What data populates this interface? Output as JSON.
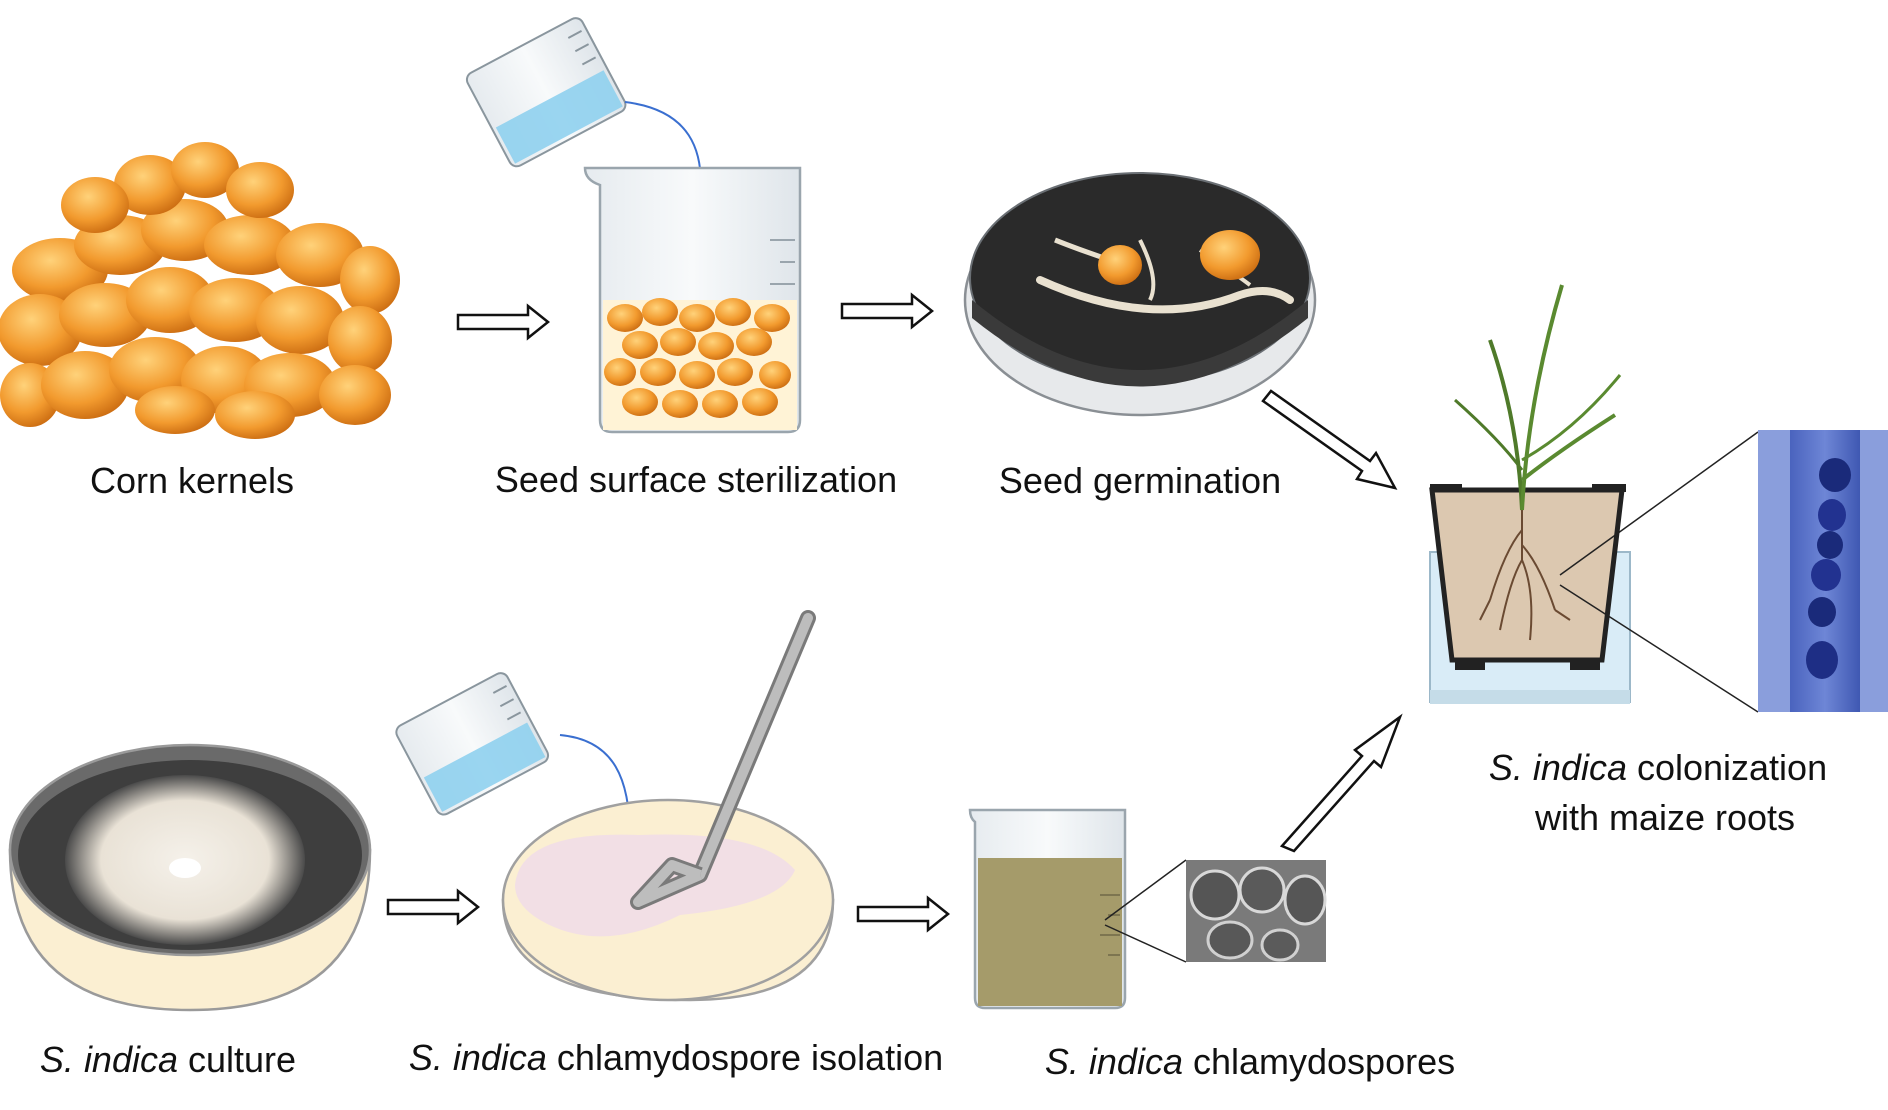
{
  "steps": {
    "corn": {
      "label": "Corn kernels"
    },
    "sterilization": {
      "label": "Seed surface sterilization"
    },
    "germination": {
      "label": "Seed germination"
    },
    "culture": {
      "species": "S. indica",
      "label": " culture"
    },
    "isolation": {
      "species": "S. indica",
      "label": " chlamydospore isolation"
    },
    "chlamydospores": {
      "species": "S. indica",
      "label": " chlamydospores"
    },
    "colonization": {
      "species": "S. indica",
      "label_line1": " colonization",
      "label_line2": "with maize roots"
    }
  },
  "colors": {
    "kernel": "#f29a2e",
    "water": "#8fd0ee",
    "agar_dark": "#2a2a2a",
    "agar_light": "#fbefd2",
    "mycelium": "#efe8dc",
    "spore_suspension": "#a59b6a",
    "soil": "#dcc8b0",
    "stained_root": "#5b72c8"
  }
}
